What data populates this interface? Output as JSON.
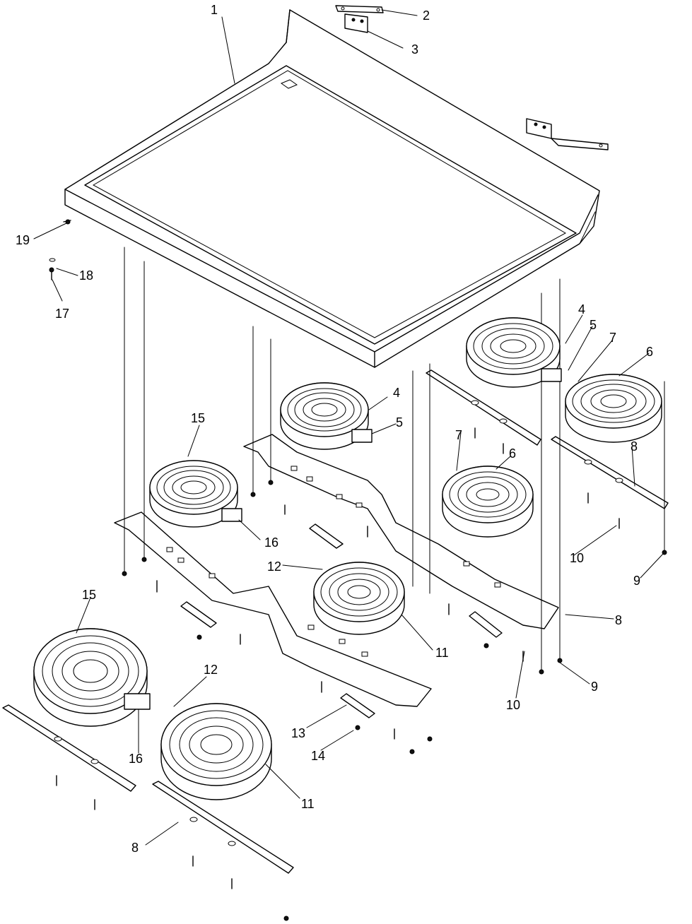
{
  "callouts": [
    {
      "key": "c1",
      "text": "1"
    },
    {
      "key": "c2",
      "text": "2"
    },
    {
      "key": "c3",
      "text": "3"
    },
    {
      "key": "c4a",
      "text": "4"
    },
    {
      "key": "c4b",
      "text": "4"
    },
    {
      "key": "c5a",
      "text": "5"
    },
    {
      "key": "c5b",
      "text": "5"
    },
    {
      "key": "c6a",
      "text": "6"
    },
    {
      "key": "c6b",
      "text": "6"
    },
    {
      "key": "c7a",
      "text": "7"
    },
    {
      "key": "c7b",
      "text": "7"
    },
    {
      "key": "c8a",
      "text": "8"
    },
    {
      "key": "c8b",
      "text": "8"
    },
    {
      "key": "c8c",
      "text": "8"
    },
    {
      "key": "c9a",
      "text": "9"
    },
    {
      "key": "c9b",
      "text": "9"
    },
    {
      "key": "c10a",
      "text": "10"
    },
    {
      "key": "c10b",
      "text": "10"
    },
    {
      "key": "c11a",
      "text": "11"
    },
    {
      "key": "c11b",
      "text": "11"
    },
    {
      "key": "c12a",
      "text": "12"
    },
    {
      "key": "c12b",
      "text": "12"
    },
    {
      "key": "c13",
      "text": "13"
    },
    {
      "key": "c14",
      "text": "14"
    },
    {
      "key": "c15a",
      "text": "15"
    },
    {
      "key": "c15b",
      "text": "15"
    },
    {
      "key": "c16a",
      "text": "16"
    },
    {
      "key": "c16b",
      "text": "16"
    },
    {
      "key": "c17",
      "text": "17"
    },
    {
      "key": "c18",
      "text": "18"
    },
    {
      "key": "c19",
      "text": "19"
    }
  ]
}
